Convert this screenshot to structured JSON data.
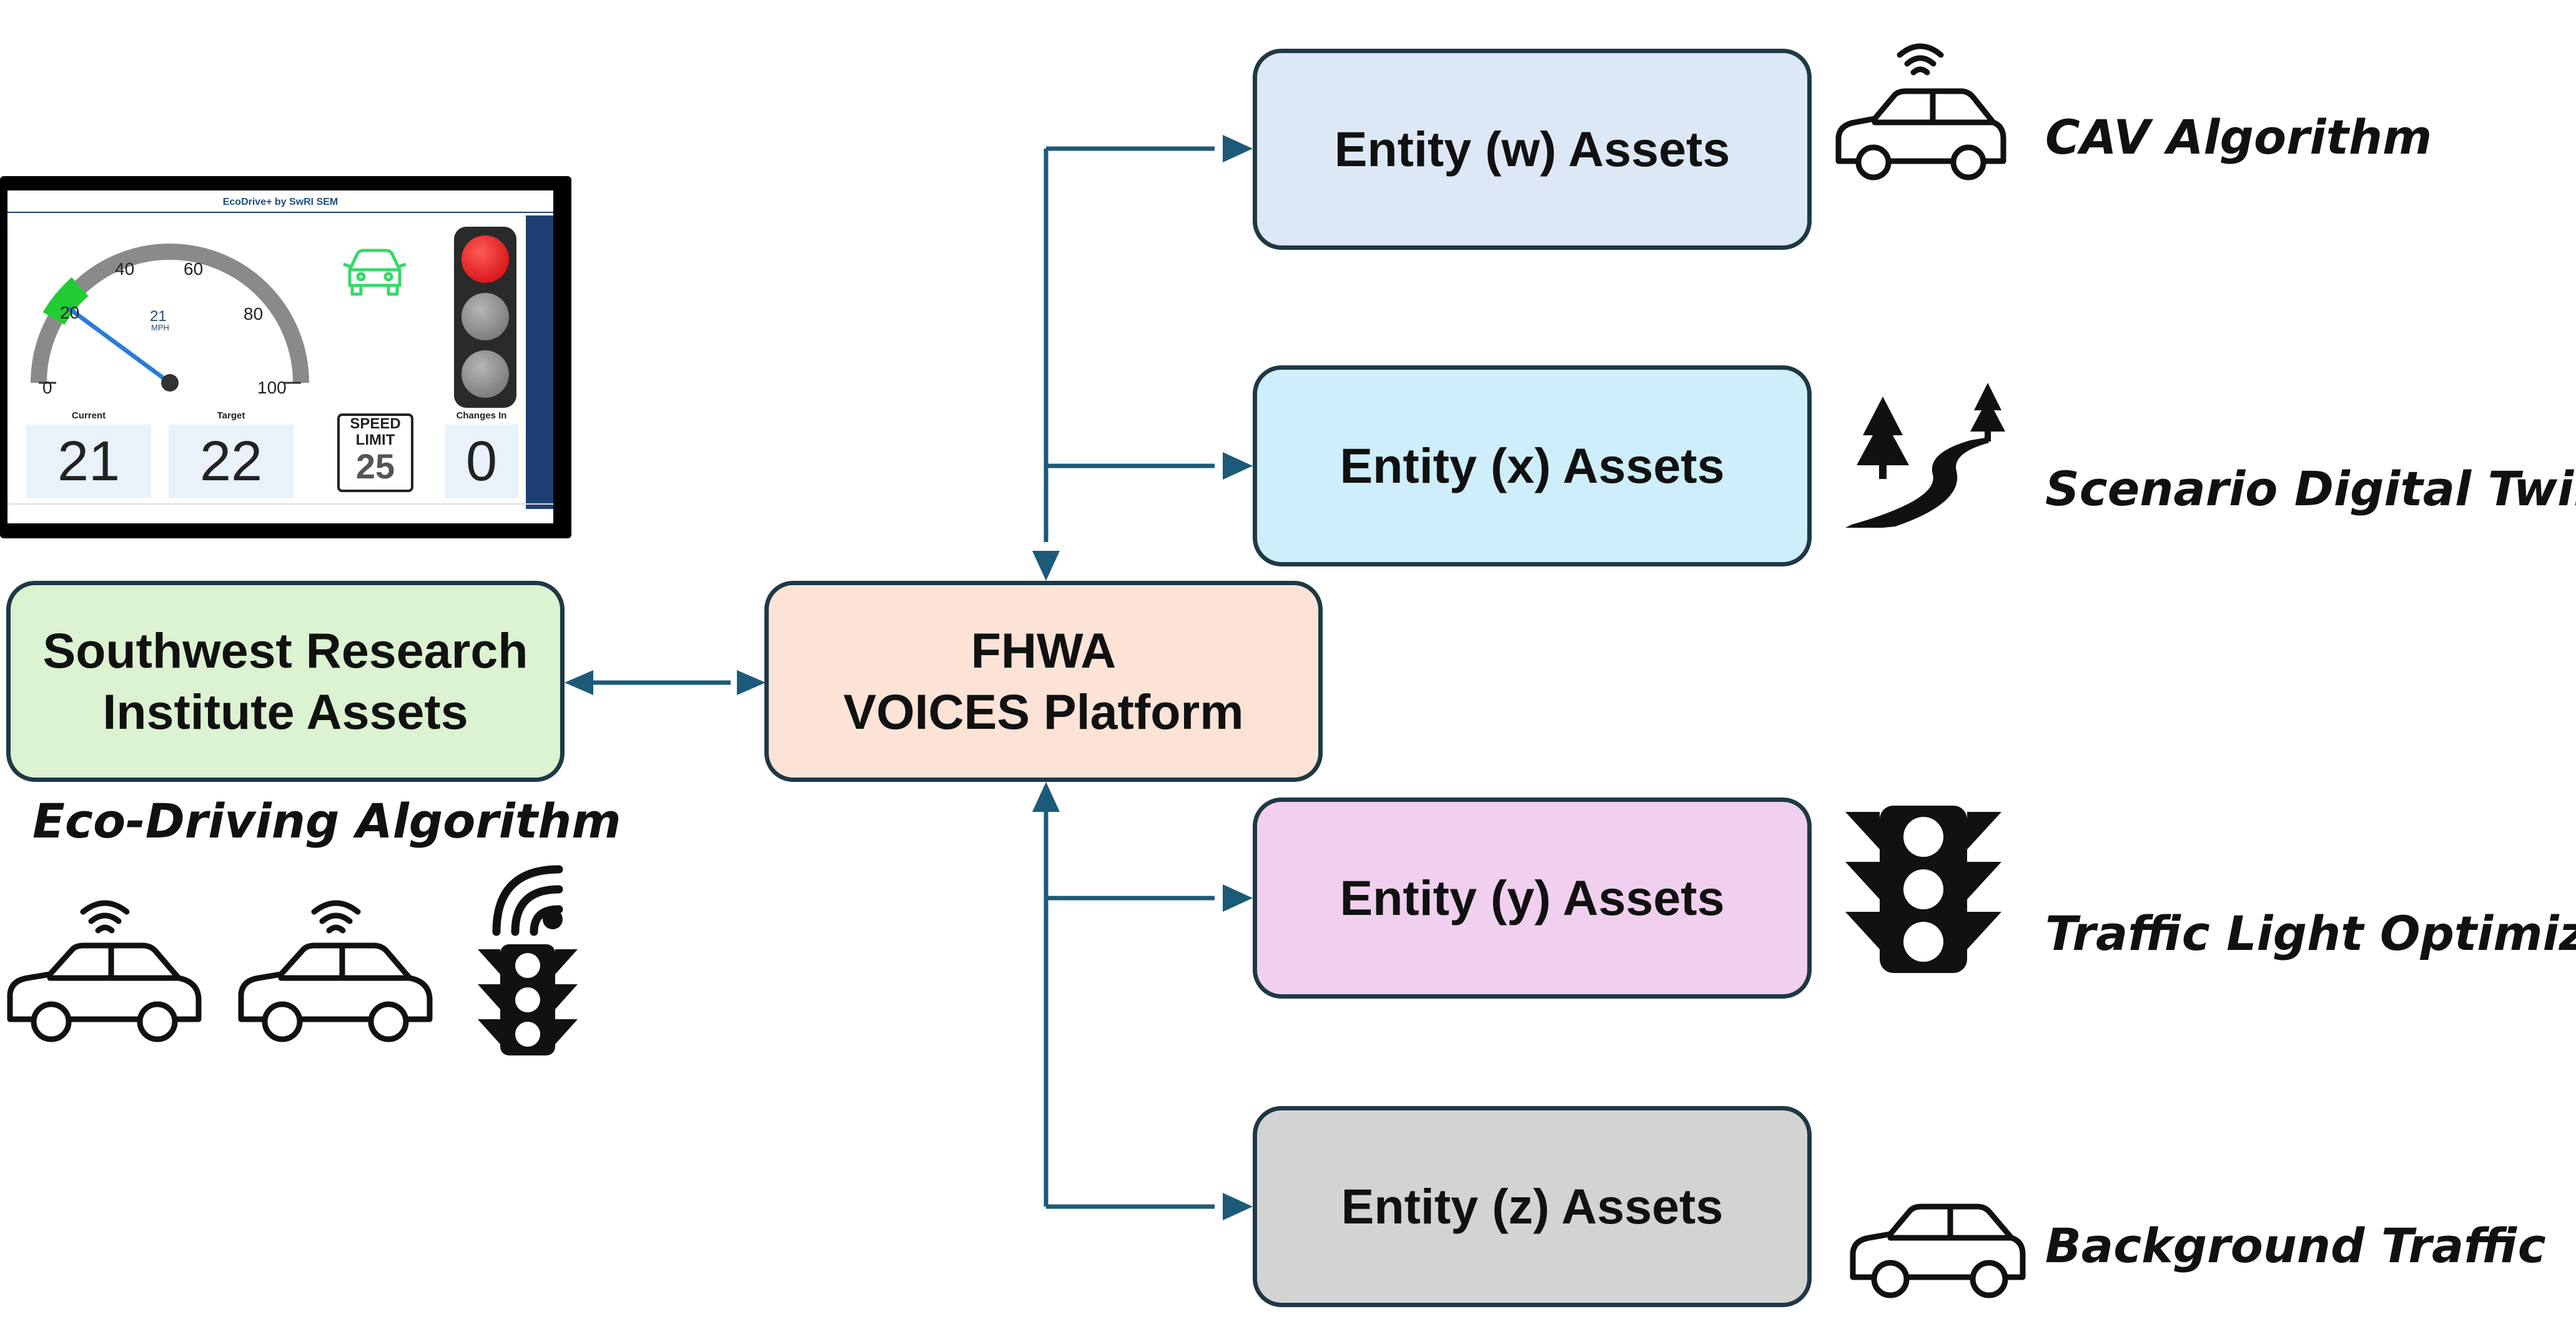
{
  "platform": {
    "line1": "FHWA",
    "line2": "VOICES Platform"
  },
  "swri": {
    "line1": "Southwest Research",
    "line2": "Institute Assets",
    "caption": "Eco-Driving Algorithm"
  },
  "entities": [
    {
      "label": "Entity (w) Assets",
      "caption": "CAV Algorithm",
      "color": "#dce8f6"
    },
    {
      "label": "Entity (x) Assets",
      "caption": "Scenario Digital Twin",
      "color": "#cdeefa"
    },
    {
      "label": "Entity (y) Assets",
      "caption": "Traffic Light Optimizer",
      "color": "#f0d0ee"
    },
    {
      "label": "Entity (z) Assets",
      "caption": "Background Traffic",
      "color": "#d3d3d3"
    }
  ],
  "colors": {
    "arrow": "#1b5a78",
    "border": "#1f3845",
    "platform_fill": "#fce3d6",
    "swri_fill": "#dbf3d1"
  },
  "dashboard": {
    "title": "EcoDrive+ by SwRI SEM",
    "gauge_ticks": [
      "0",
      "20",
      "40",
      "60",
      "80",
      "100"
    ],
    "gauge_speed": "21",
    "gauge_unit": "MPH",
    "gauge_value_mph": 21,
    "current_label": "Current",
    "current_value": "21",
    "target_label": "Target",
    "target_value": "22",
    "sign_line1": "SPEED",
    "sign_line2": "LIMIT",
    "sign_value": "25",
    "changes_label": "Changes In",
    "changes_value": "0",
    "signal_state": "red"
  },
  "icons": [
    "dashboard-screenshot",
    "connected-car-icon",
    "connected-car-icon",
    "connected-traffic-light-icon",
    "connected-car-icon",
    "winding-road-icon",
    "traffic-light-icon",
    "car-icon"
  ]
}
